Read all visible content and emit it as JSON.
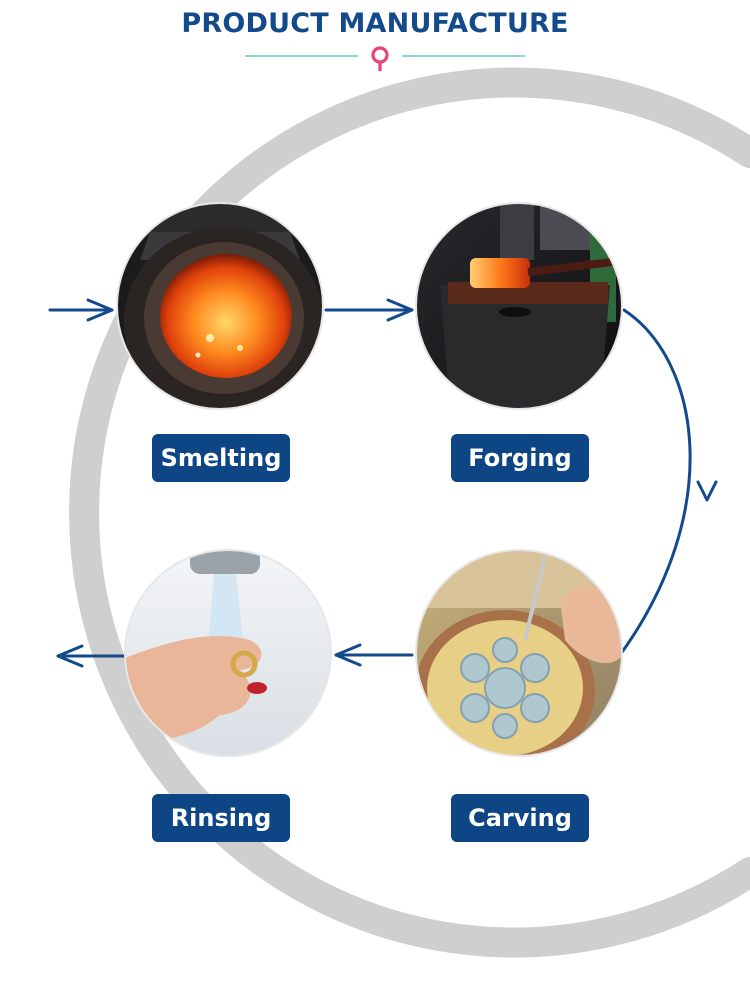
{
  "page": {
    "title": "PRODUCT MANUFACTURE",
    "colors": {
      "accent": "#0e4685",
      "title": "#124a8c",
      "pin": "#e8407a",
      "divider": "#8ad7d6",
      "ring": "#cfcfcf"
    }
  },
  "steps": [
    {
      "label": "Smelting",
      "image": "molten-metal-crucible"
    },
    {
      "label": "Forging",
      "image": "glowing-metal-on-anvil"
    },
    {
      "label": "Carving",
      "image": "hand-engraving-medallion"
    },
    {
      "label": "Rinsing",
      "image": "ring-under-running-tap"
    }
  ]
}
